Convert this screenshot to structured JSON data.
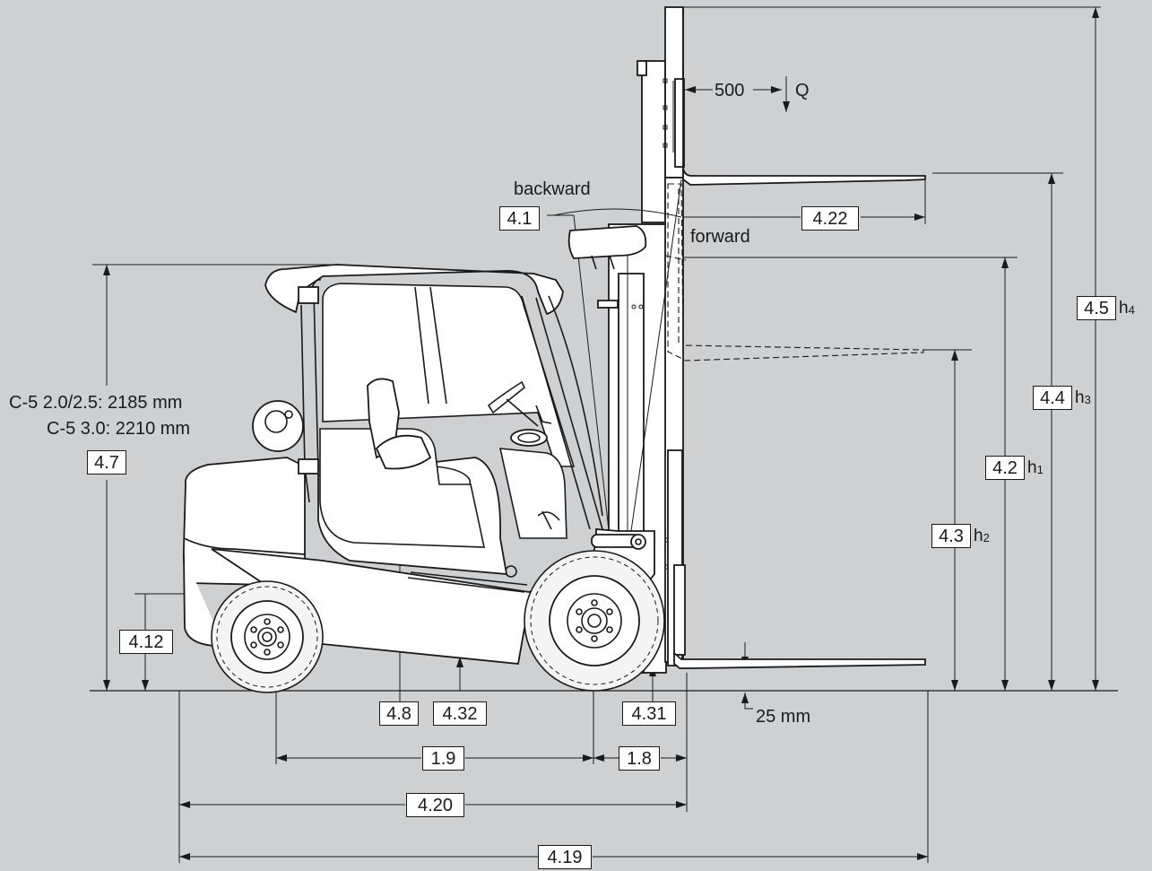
{
  "codes": {
    "c_4_1": "4.1",
    "c_4_22": "4.22",
    "c_4_5": "4.5",
    "c_4_4": "4.4",
    "c_4_2": "4.2",
    "c_4_3": "4.3",
    "c_4_7": "4.7",
    "c_4_12": "4.12",
    "c_4_8": "4.8",
    "c_4_32": "4.32",
    "c_4_31": "4.31",
    "c_1_9": "1.9",
    "c_1_8": "1.8",
    "c_4_20": "4.20",
    "c_4_19": "4.19"
  },
  "symbols": {
    "h4": "h",
    "h4_sub": "4",
    "h3": "h",
    "h3_sub": "3",
    "h1": "h",
    "h1_sub": "1",
    "h2": "h",
    "h2_sub": "2"
  },
  "labels": {
    "backward": "backward",
    "forward": "forward",
    "load_center": "500",
    "load": "Q",
    "ground_clearance_fork": "25 mm",
    "height_line_1": "C-5 2.0/2.5: 2185 mm",
    "height_line_2": "C-5 3.0: 2210 mm"
  },
  "colors": {
    "background": "#cfd0d2",
    "line": "#1a1a1a",
    "fill": "#ffffff"
  }
}
